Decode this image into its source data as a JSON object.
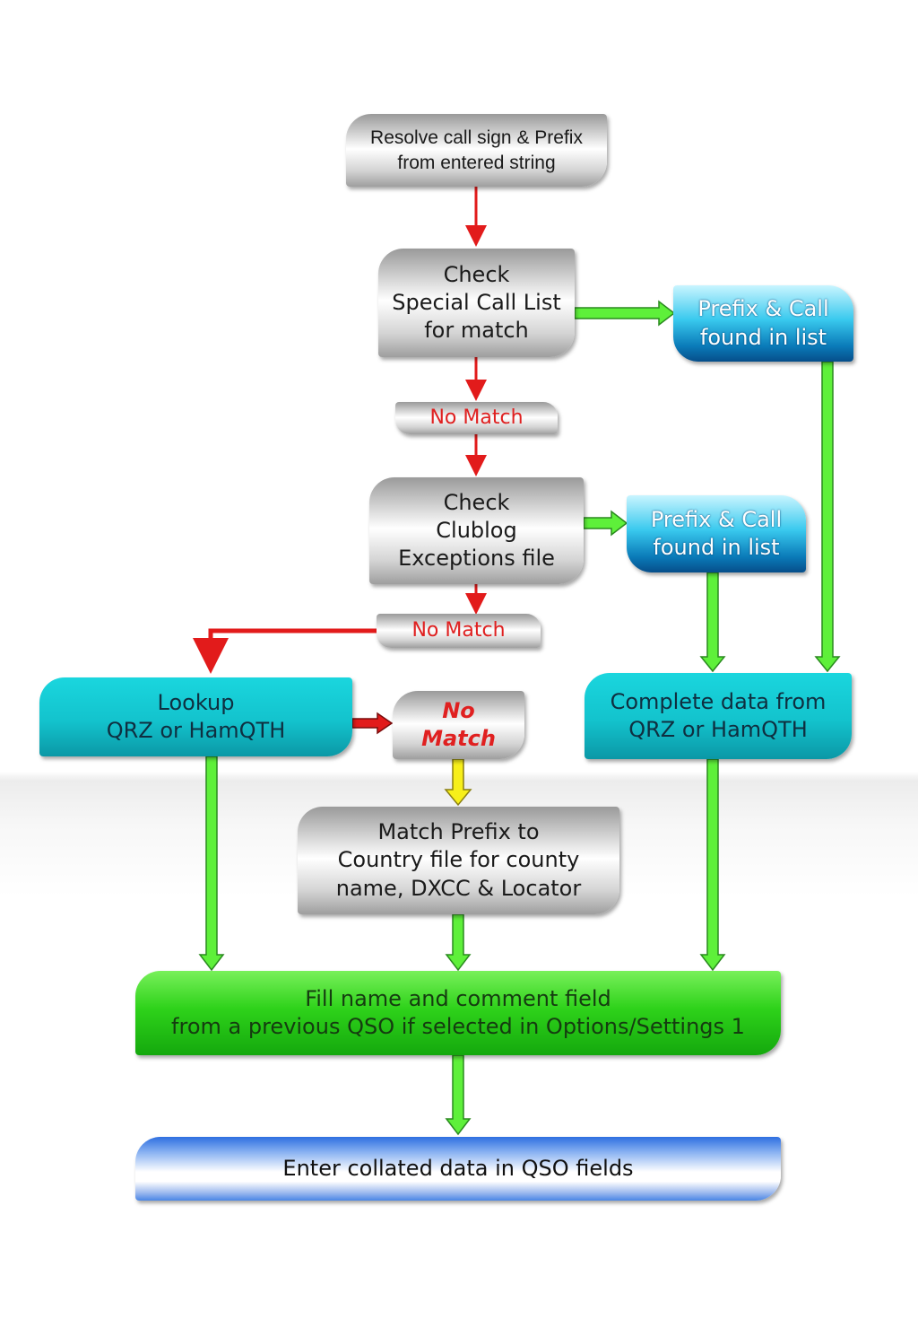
{
  "nodes": {
    "resolve": [
      "Resolve call sign & Prefix",
      "from entered string"
    ],
    "check_special": [
      "Check",
      "Special Call List",
      "for match"
    ],
    "prefix_call_1": [
      "Prefix & Call",
      "found in list"
    ],
    "no_match_1": "No Match",
    "check_clublog": [
      "Check",
      "Clublog",
      "Exceptions file"
    ],
    "prefix_call_2": [
      "Prefix & Call",
      "found in list"
    ],
    "no_match_2": "No Match",
    "lookup": [
      "Lookup",
      "QRZ or HamQTH"
    ],
    "no_match_3": [
      "No",
      "Match"
    ],
    "complete_data": [
      "Complete data from",
      "QRZ or HamQTH"
    ],
    "match_prefix": [
      "Match Prefix to",
      "Country file for county",
      "name, DXCC & Locator"
    ],
    "fill_name": [
      "Fill name and comment field",
      "from a previous QSO if selected in Options/Settings 1"
    ],
    "enter_collated": "Enter collated data in QSO fields"
  },
  "colors": {
    "red_arrow": "#e21b1b",
    "green_arrow": "#5ef03a",
    "yellow_arrow": "#f7ef1a"
  }
}
